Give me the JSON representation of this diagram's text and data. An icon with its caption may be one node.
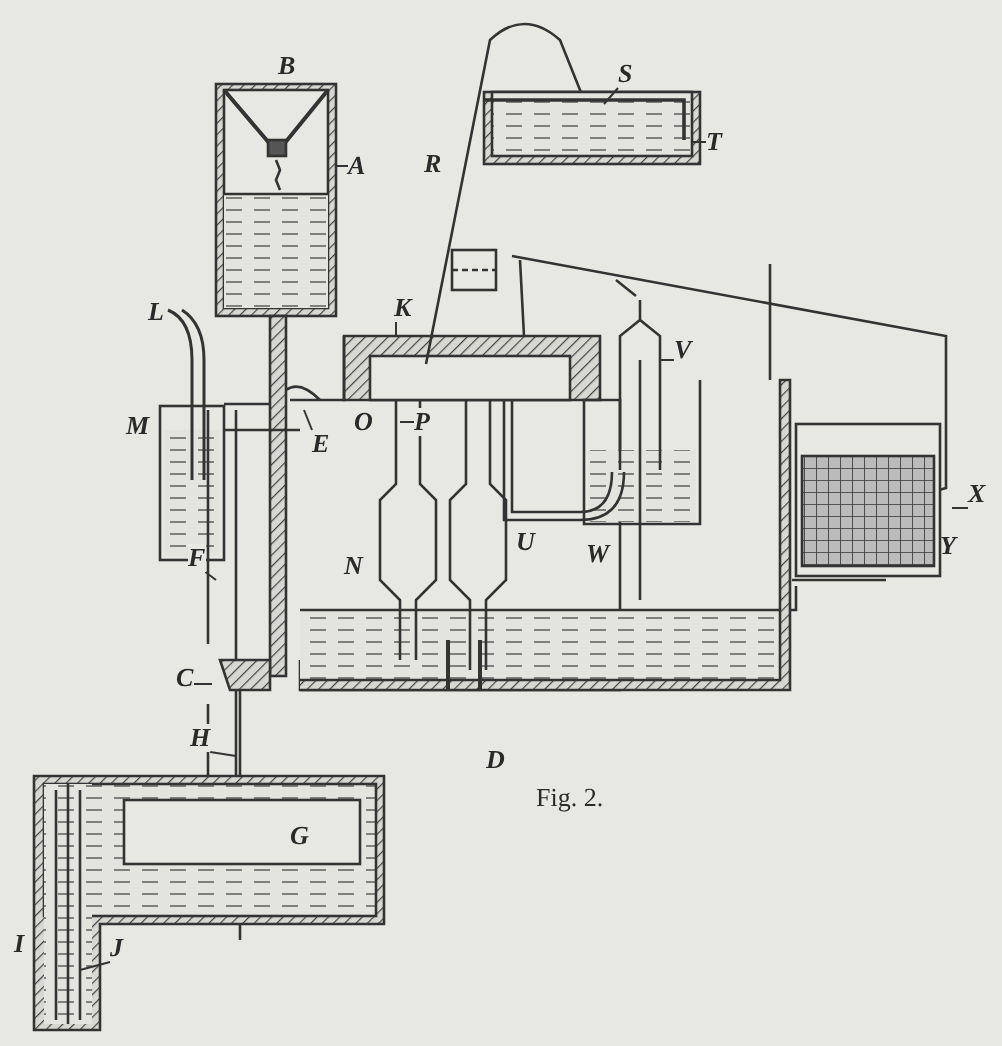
{
  "diagram": {
    "caption": "Fig. 2.",
    "nodes": [
      {
        "text": [
          "A"
        ]
      },
      {
        "text": [
          "S"
        ]
      },
      {
        "text": [
          "T"
        ]
      },
      {
        "text": [
          "K"
        ]
      },
      {
        "text": [
          "P"
        ]
      },
      {
        "text": [
          "E"
        ]
      },
      {
        "text": [
          "V"
        ]
      },
      {
        "text": [
          "X"
        ]
      },
      {
        "text": [
          "F"
        ]
      },
      {
        "text": [
          "C"
        ]
      },
      {
        "text": [
          "H"
        ]
      },
      {
        "text": [
          "J"
        ]
      }
    ],
    "edges": [
      {
        "from": 0,
        "to": null,
        "arrow": "none"
      },
      {
        "from": 1,
        "to": null,
        "arrow": "none"
      },
      {
        "from": 2,
        "to": null,
        "arrow": "none"
      },
      {
        "from": 3,
        "to": null,
        "arrow": "none"
      },
      {
        "from": 4,
        "to": null,
        "arrow": "none"
      },
      {
        "from": 5,
        "to": null,
        "arrow": "none"
      },
      {
        "from": 6,
        "to": null,
        "arrow": "none"
      },
      {
        "from": 7,
        "to": null,
        "arrow": "none"
      },
      {
        "from": 8,
        "to": null,
        "arrow": "none"
      },
      {
        "from": 9,
        "to": null,
        "arrow": "none"
      },
      {
        "from": 10,
        "to": null,
        "arrow": "none"
      },
      {
        "from": 11,
        "to": null,
        "arrow": "none"
      }
    ],
    "labels": [
      "B",
      "R",
      "L",
      "M",
      "O",
      "N",
      "U",
      "W",
      "Y",
      "D",
      "G",
      "I"
    ]
  }
}
